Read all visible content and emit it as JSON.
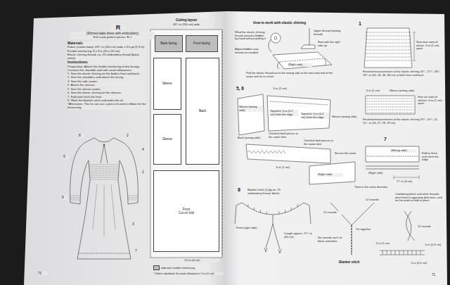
{
  "diagram": {
    "title": "R",
    "nodes": [
      {
        "text": [
          "Back facing"
        ]
      },
      {
        "text": [
          "Front facing"
        ]
      },
      {
        "text": [
          "Sleeve"
        ]
      },
      {
        "text": [
          "Back"
        ]
      },
      {
        "text": [
          "Sleeve"
        ]
      },
      {
        "text": [
          "Front",
          "Cut on fold"
        ]
      }
    ],
    "labels": [
      "(Shirred-waist dress with embroidery)",
      "Full-scale pattern pieces: R-1",
      "Materials",
      "Fabric (cotton lawn): 43¼ in (110 cm) wide x 3⅛ yd (2.9 m)",
      "Fusible interfacing: 8 x 8 in (20 x 20 cm)",
      "Elastic shirring thread, no. 25 embroidery thread (black, white)",
      "Instructions",
      "Preparation: Attach the fusible interfacing to the facings. Overlock the shoulder and side seam allowances.",
      "1. Sew the elastic shirring on the bodice front and back.",
      "2. Sew the shoulders and attach the facing.",
      "3. Sew the side seams.",
      "4. Attach the sleeves.",
      "5. Sew the sleeve seams.",
      "6. Sew the elastic shirring on the sleeves.",
      "7. Fold and stitch the hem.",
      "8. Work the blanket stitch and make the tie.",
      "*Alternative: The tie can use a piece of cord or ribbon for the drawstring.",
      "2",
      "8",
      "1",
      "4",
      "5",
      "6",
      "3",
      "7",
      "Cutting layout",
      "43¼ in (110 cm) wide",
      "1⅝ in (4 cm)",
      "* Unless stipulated, the seam allowance is ⅜ in (1 cm)",
      "70",
      "How to work with elastic shirring",
      "Wind the elastic shirring thread around a bobbin by hand without pulling it",
      "Upper thread (sewing thread)",
      "Sew with the right side up",
      "Adjust bobbin case tension as needed",
      "(Right side)",
      "Pull the elastic thread out to the wrong side at the start and end of the seam and tie in a knot",
      "1",
      "Sew nine rows of elastic ⅜ in (1 cm) apart",
      "Finished measurements of the elastic shirring 16½, 17¼, 18¼, 18¾ in (42, 44, 46, 48 cm) at both front and back",
      "5, 6",
      "⅜ in (1 cm)",
      "Sleeve (wrong side)",
      "Back (wrong side)",
      "Topstitch ⅛ in (0.2 cm) from the edge",
      "Topstitch ⅛ in (0.2 cm) from the edge",
      "Sleeve (wrong side)",
      "Overlock both pieces at the same time",
      "Overlock both pieces at the same time",
      "⅜ in (1 cm)",
      "Secure the seam",
      "(Right side)",
      "⅜ in (1 cm)",
      "Sleeve (wrong side)",
      "Sew six rows of stitches ⅜ in (1 cm) apart",
      "Finished measurements of the elastic shirring 10¼, 10¾, 11, 11½ in (26, 27, 28, 29 cm)",
      "7",
      "(Wrong side)",
      "Fold in three and stitch the edge",
      "(Right side)",
      "1¼ in (3 cm)",
      "8",
      "Blanket stitch (2 ply no. 25 embroidery thread, black)",
      "Front (right side)",
      "Length approx. 17¾ in (45 cm)",
      "Twist in the same direction",
      "12 strands",
      "12 strands",
      "Tie together",
      "Six strands each of black and white",
      "Combining black and white threads, twist them in opposing directions, and tie the ends to hold in place",
      "12 strands",
      "Blanket stitch",
      "⅜ in (1 cm)",
      "⅛ in (0.3 cm)",
      "⅛ in (0.5 cm)",
      "71"
    ],
    "legend": [
      {
        "text": "indicates fusible interfacing",
        "color": "#bdbdbd"
      }
    ]
  }
}
